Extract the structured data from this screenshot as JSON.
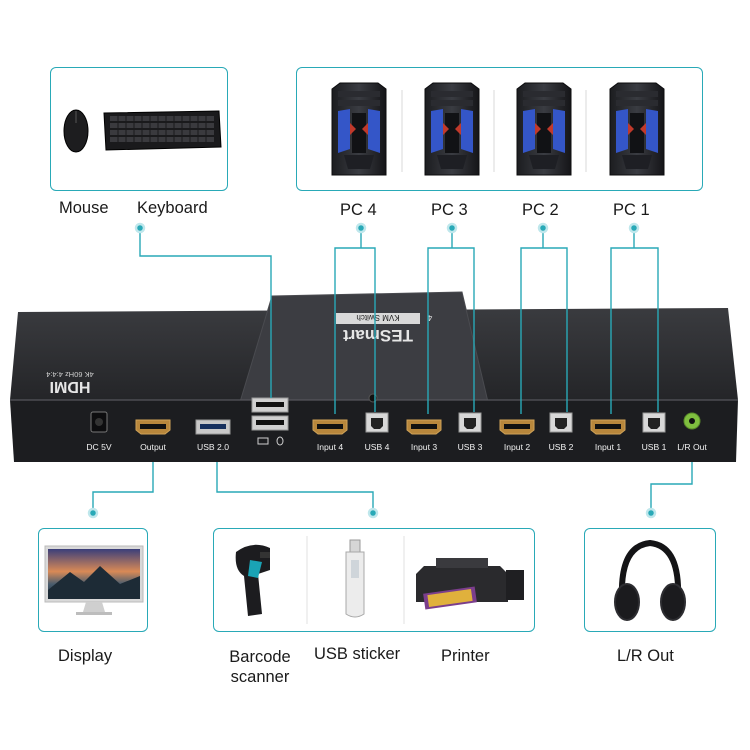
{
  "labels": {
    "mouse": "Mouse",
    "keyboard": "Keyboard",
    "pc4": "PC 4",
    "pc3": "PC 3",
    "pc2": "PC 2",
    "pc1": "PC 1",
    "display": "Display",
    "barcode_line1": "Barcode",
    "barcode_line2": "scanner",
    "usb_sticker": "USB sticker",
    "printer": "Printer",
    "lr_out": "L/R Out"
  },
  "device": {
    "brand": "TESmart",
    "model": "KVM Switch",
    "model_number": "4",
    "hdmi_logo": "HDMI",
    "spec": "4K 60Hz 4:4:4",
    "port_labels": {
      "dc": "DC 5V",
      "output": "Output",
      "usb20": "USB 2.0",
      "input4": "Input 4",
      "usb4": "USB 4",
      "input3": "Input 3",
      "usb3": "USB 3",
      "input2": "Input 2",
      "usb2": "USB 2",
      "input1": "Input 1",
      "usb1": "USB 1",
      "lrout": "L/R Out"
    }
  },
  "colors": {
    "accent": "#29a9b7",
    "device_body": "#2b2c2f"
  }
}
